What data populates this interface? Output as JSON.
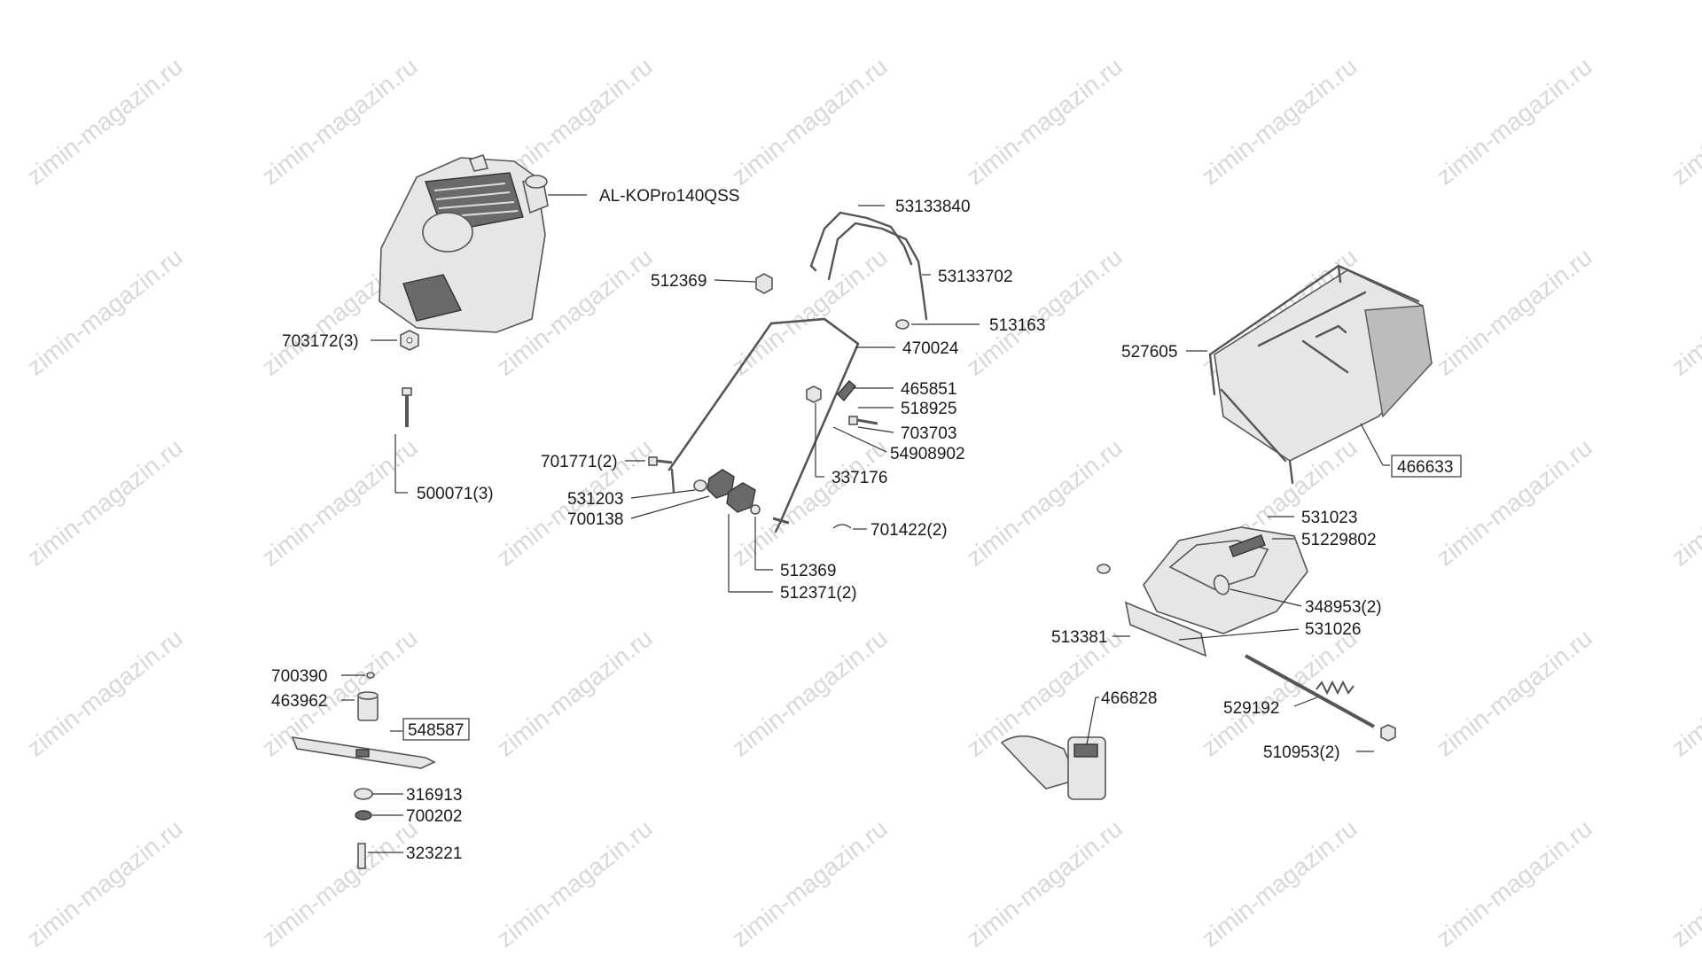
{
  "watermark": "zimin-magazin.ru",
  "labels": {
    "engine": "AL-KOPro140QSS",
    "p703172": "703172(3)",
    "p500071": "500071(3)",
    "p53133840": "53133840",
    "p53133702": "53133702",
    "p512369a": "512369",
    "p513163": "513163",
    "p470024": "470024",
    "p465851": "465851",
    "p518925": "518925",
    "p703703": "703703",
    "p54908902": "54908902",
    "p337176": "337176",
    "p701771": "701771(2)",
    "p531203": "531203",
    "p700138": "700138",
    "p701422": "701422(2)",
    "p512369b": "512369",
    "p512371": "512371(2)",
    "p527605": "527605",
    "p466633": "466633",
    "p531023": "531023",
    "p51229802": "51229802",
    "p348953": "348953(2)",
    "p531026": "531026",
    "p513381": "513381",
    "p466828": "466828",
    "p529192": "529192",
    "p510953": "510953(2)",
    "p700390": "700390",
    "p463962": "463962",
    "p548587": "548587",
    "p316913": "316913",
    "p700202": "700202",
    "p323221": "323221"
  }
}
